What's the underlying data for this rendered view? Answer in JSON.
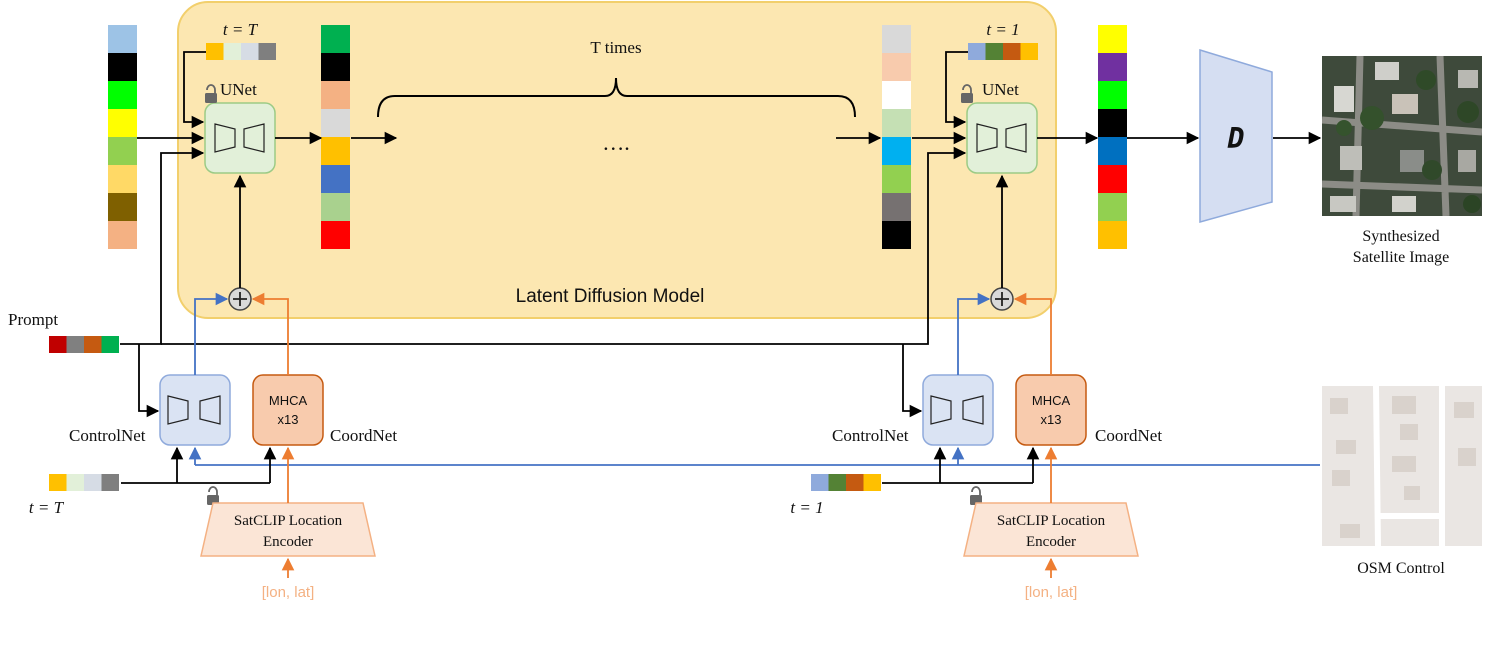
{
  "colors": {
    "ldm_fill": "#FCE7B1",
    "ldm_stroke": "#F2CF6C",
    "unet_fill": "#E2F0D9",
    "unet_stroke": "#9CCB86",
    "control_fill": "#DAE3F3",
    "control_stroke": "#8FAADC",
    "mhca_fill": "#F8CBAD",
    "mhca_stroke": "#C55A11",
    "encoder_fill": "#FBE5D6",
    "encoder_stroke": "#F4B183",
    "blue_arrow": "#4472C4",
    "orange_arrow": "#ED7D31",
    "decoder_fill": "#D5DEF2",
    "decoder_stroke": "#8FAADC"
  },
  "labels": {
    "ldm_title": "Latent Diffusion Model",
    "t_times": "T times",
    "dots": "….",
    "unet_left": "UNet",
    "unet_right": "UNet",
    "t_top_left": "t = T",
    "t_top_right": "t = 1",
    "prompt": "Prompt",
    "controlnet_left": "ControlNet",
    "controlnet_right": "ControlNet",
    "coordnet_left": "CoordNet",
    "coordnet_right": "CoordNet",
    "mhca_line1": "MHCA",
    "mhca_line2": "x13",
    "t_bottom_left": "t = T",
    "t_bottom_right": "t = 1",
    "encoder_line1": "SatCLIP Location",
    "encoder_line2": "Encoder",
    "lonlat": "[lon, lat]",
    "decoder": "D",
    "output_line1": "Synthesized",
    "output_line2": "Satellite Image",
    "osm_label": "OSM Control"
  },
  "icons": {
    "lock": "lock-icon",
    "plus": "plus-icon",
    "unet_shape": "encoder-decoder-icon"
  },
  "latents": {
    "input": [
      "#9DC3E6",
      "#000000",
      "#00FF00",
      "#FFFF00",
      "#92D050",
      "#FFD966",
      "#7F6000",
      "#F4B183"
    ],
    "after_first": [
      "#00B050",
      "#000000",
      "#F4B183",
      "#D9D9D9",
      "#FFC000",
      "#4472C4",
      "#A9D18E",
      "#FF0000"
    ],
    "before_last": [
      "#D9D9D9",
      "#F8CBAD",
      "#FFFFFF",
      "#C5E0B4",
      "#00B0F0",
      "#92D050",
      "#767171",
      "#000000"
    ],
    "final": [
      "#FFFF00",
      "#7030A0",
      "#00FF00",
      "#000000",
      "#0070C0",
      "#FF0000",
      "#92D050",
      "#FFC000"
    ]
  },
  "tokens": {
    "t_T": [
      "#FFC000",
      "#E2F0D9",
      "#D6DCE5",
      "#7F7F7F"
    ],
    "t_1": [
      "#8FAADC",
      "#548235",
      "#C55A11",
      "#FFC000"
    ],
    "prompt": [
      "#C00000",
      "#808080",
      "#C55A11",
      "#00B050"
    ]
  }
}
